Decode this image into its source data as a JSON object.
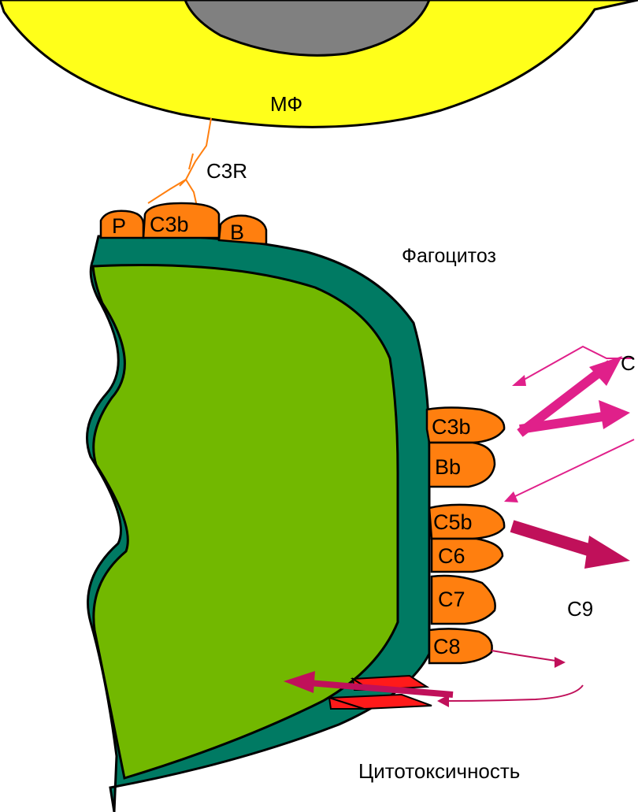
{
  "labels": {
    "macrophage": "МФ",
    "receptor": "C3R",
    "phagocytosis": "Фагоцитоз",
    "cytotoxicity": "Цитотоксичность",
    "cut_edge": "C"
  },
  "top_complex": {
    "p": "P",
    "c3b": "C3b",
    "b": "B"
  },
  "right_complex": {
    "c3b": "C3b",
    "bb": "Bb",
    "c5b": "C5b",
    "c6": "C6",
    "c7": "C7",
    "c8": "C8",
    "c9": "C9"
  },
  "colors": {
    "macrophage_outer": "#ffff1a",
    "macrophage_nucleus": "#808080",
    "membrane": "#007a63",
    "cytoplasm": "#72b800",
    "complement_protein": "#ff7f0f",
    "receptor_line": "#ff7f0f",
    "arrow_magenta": "#e0208a",
    "arrow_crimson": "#c0105a",
    "pore": "#ff1a1a"
  }
}
